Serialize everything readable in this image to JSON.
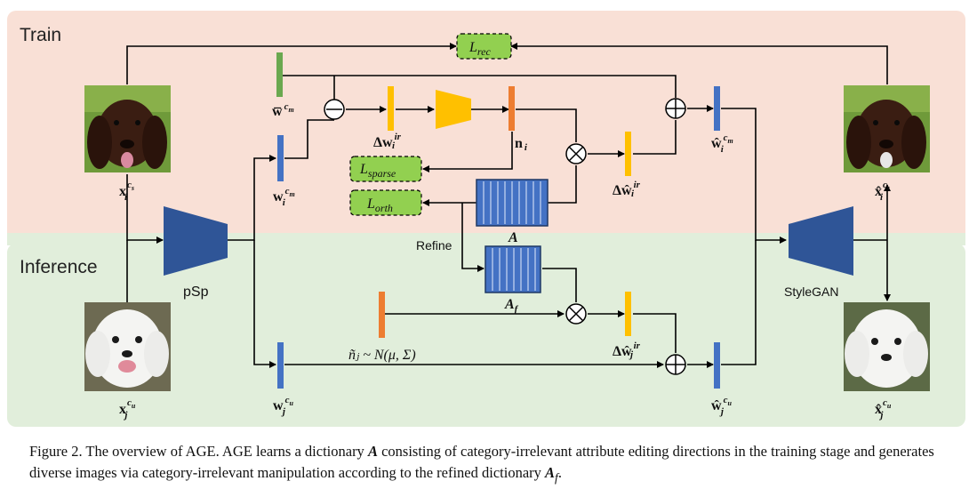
{
  "regions": {
    "train": "Train",
    "inference": "Inference"
  },
  "labels": {
    "psp": "pSp",
    "stylegan": "StyleGAN",
    "refine": "Refine",
    "A": "A",
    "A_f": "A",
    "A_f_sub": "f",
    "noise_eq": "ñⱼ ~ N(μ, Σ)"
  },
  "losses": {
    "rec": "L",
    "rec_sub": "rec",
    "sparse": "L",
    "sparse_sub": "sparse",
    "orth": "L",
    "orth_sub": "orth"
  },
  "vectors": {
    "w_bar_cm": "w̅",
    "w_i_cm": "w",
    "w_j_cu": "w",
    "delta_w_ir": "Δw",
    "n_i": "n",
    "delta_w_hat_ir": "Δŵ",
    "w_hat_i_cm": "ŵ",
    "delta_w_hat_j_ir": "Δŵ",
    "w_hat_j_cu": "ŵ"
  },
  "images": {
    "x_i_cs": "x",
    "x_j_cu": "x",
    "xhat_i_cs": "x̂",
    "xhat_j_cu": "x̂"
  },
  "caption": {
    "p1": "Figure 2. The overview of AGE. AGE learns a dictionary ",
    "sym1": "A",
    "p2": " consisting of category-irrelevant attribute editing directions in the training stage and generates diverse images via category-irrelevant manipulation according to the refined dictionary ",
    "sym2": "A",
    "sym2_sub": "f",
    "p3": "."
  },
  "colors": {
    "train_bg": "#f9e0d6",
    "inference_bg": "#e1eedb",
    "green_vec": "#6aa84f",
    "blue_vec": "#4472c4",
    "orange_vec": "#ed7d31",
    "yellow_vec": "#ffc000",
    "loss_box": "#92d050",
    "encoder": "#2f5597",
    "mlp": "#ffc000",
    "dict_fill": "#4472c4"
  }
}
